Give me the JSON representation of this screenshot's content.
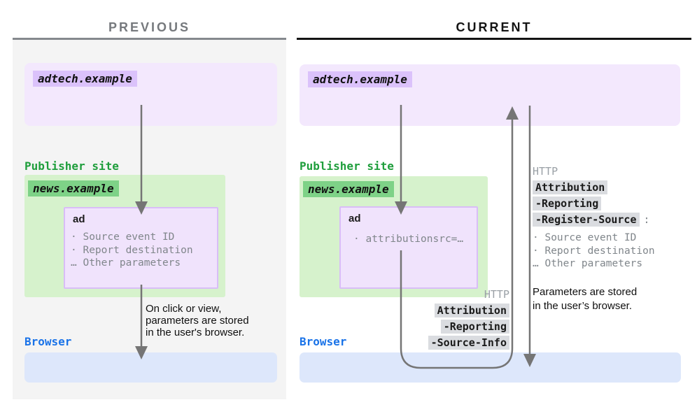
{
  "colors": {
    "purple_box": "#f3e8fd",
    "purple_highlight": "#dbc2fb",
    "purple_border": "#d9bdf7",
    "green_box": "#d6f2cc",
    "green_highlight": "#7ed287",
    "green_text": "#1f9e3c",
    "blue_box": "#dde7fb",
    "blue_text": "#1a73e8",
    "gray_highlight": "#dadce0",
    "gray_text": "#80868b",
    "arrow": "#757575",
    "previous_panel_bg": "#f4f4f4"
  },
  "panels": {
    "previous": {
      "title": "PREVIOUS",
      "adtech_label": "adtech.example",
      "publisher_label": "Publisher site",
      "news_label": "news.example",
      "ad_label": "ad",
      "ad_params": [
        "· Source event ID",
        "· Report destination",
        "… Other parameters"
      ],
      "note": "On click or view,\nparameters are stored\nin the user's browser.",
      "browser_label": "Browser"
    },
    "current": {
      "title": "CURRENT",
      "adtech_label": "adtech.example",
      "publisher_label": "Publisher site",
      "news_label": "news.example",
      "ad_label": "ad",
      "ad_params": [
        "· attributionsrc=…"
      ],
      "register_source": {
        "protocol": "HTTP",
        "header_lines": [
          "Attribution",
          "-Reporting",
          "-Register-Source"
        ],
        "colon": ":",
        "params": [
          "· Source event ID",
          "· Report destination",
          "… Other parameters"
        ],
        "note": "Parameters are stored\nin the user’s browser."
      },
      "source_info": {
        "protocol": "HTTP",
        "header_lines": [
          "Attribution",
          "-Reporting",
          "-Source-Info"
        ]
      },
      "browser_label": "Browser"
    }
  }
}
